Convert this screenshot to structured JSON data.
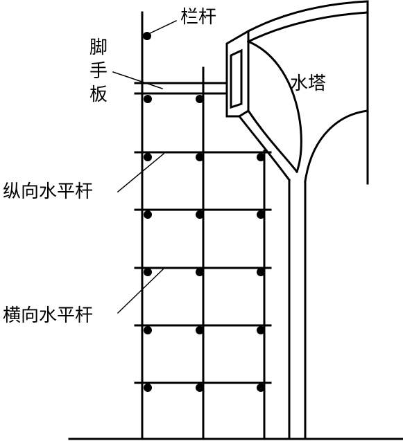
{
  "labels": {
    "railing": "栏杆",
    "scaffold_board": [
      "脚",
      "手",
      "板"
    ],
    "water_tower": "水塔",
    "longitudinal_bar": "纵向水平杆",
    "transverse_bar": "横向水平杆"
  },
  "colors": {
    "stroke": "#000000",
    "background": "#ffffff"
  }
}
